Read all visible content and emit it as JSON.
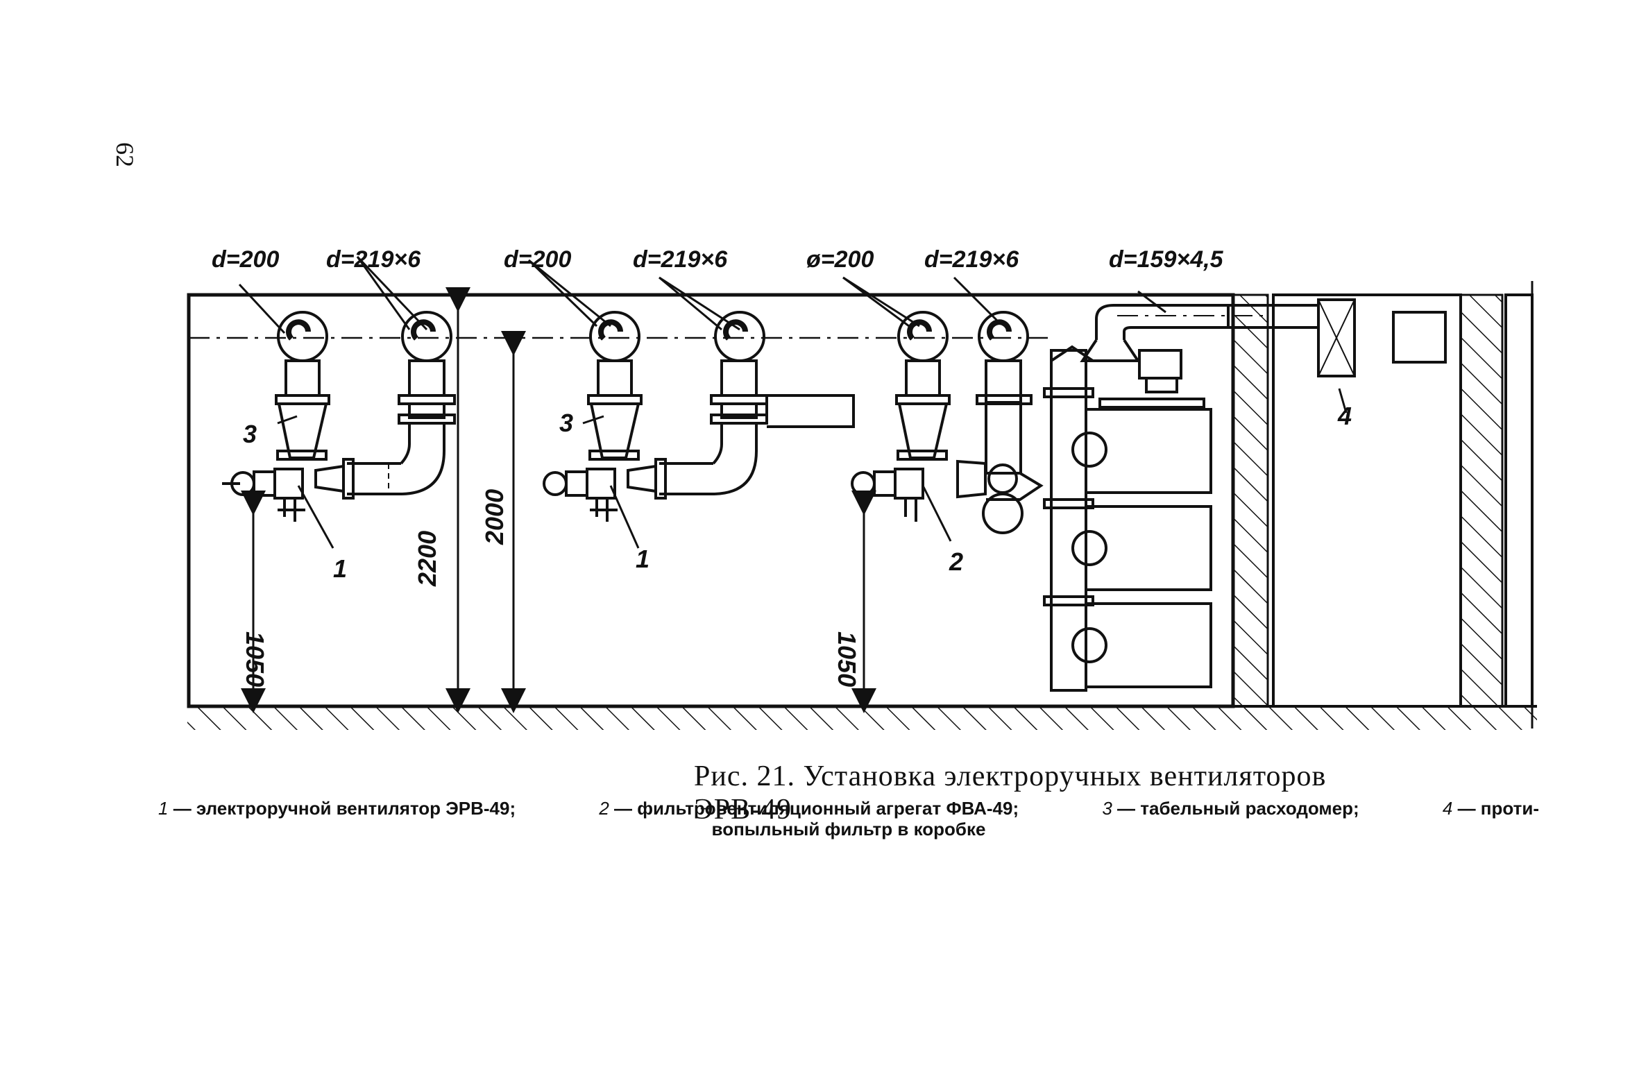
{
  "page_number": "62",
  "labels": {
    "d200_1": "d=200",
    "d219_1": "d=219×6",
    "d200_2": "d=200",
    "d219_2": "d=219×6",
    "d200_3": "ø=200",
    "d219_3": "d=219×6",
    "d159": "d=159×4,5"
  },
  "dimensions": {
    "h1050_left": "1050",
    "h2200": "2200",
    "h2000": "2000",
    "h1050_right": "1050"
  },
  "callouts": {
    "n1a": "1",
    "n1b": "1",
    "n2": "2",
    "n3a": "3",
    "n3b": "3",
    "n4": "4"
  },
  "caption": "Рис. 21. Установка электроручных вентиляторов ЭРВ-49",
  "legend": {
    "i1_num": "1",
    "i1_text": "— электроручной вентилятор ЭРВ-49;",
    "i2_num": "2",
    "i2_text": "— фильтровентиляционный агрегат ФВА-49;",
    "i3_num": "3",
    "i3_text": "— табельный расходомер;",
    "i4_num": "4",
    "i4_text": "— проти-",
    "i4_cont": "вопыльный фильтр в коробке"
  }
}
